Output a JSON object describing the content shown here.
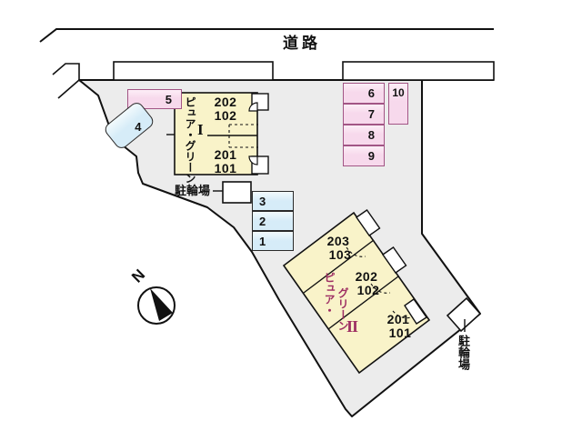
{
  "road_label": "道路",
  "compass_n": "N",
  "building1": {
    "name": "ピュア・グリーン",
    "numeral": "I",
    "rooms": [
      "202",
      "102",
      "201",
      "101"
    ],
    "bike_label": "駐輪場"
  },
  "building2": {
    "name_part1": "ピュア・",
    "name_part2": "グリーン",
    "numeral": "II",
    "rooms": [
      "203",
      "103",
      "202",
      "102",
      "201",
      "101"
    ],
    "bike_label": "駐輪場"
  },
  "parking": {
    "spots": [
      "1",
      "2",
      "3",
      "4",
      "5",
      "6",
      "7",
      "8",
      "9",
      "10"
    ]
  },
  "colors": {
    "site_fill": "#ececec",
    "building_fill": "#f9f3c9",
    "pink_fill": "#f7d9ec",
    "pink_border": "#a25585",
    "blue_fill": "#d6ecf8",
    "line": "#111111",
    "building2_text": "#9e2f63"
  }
}
